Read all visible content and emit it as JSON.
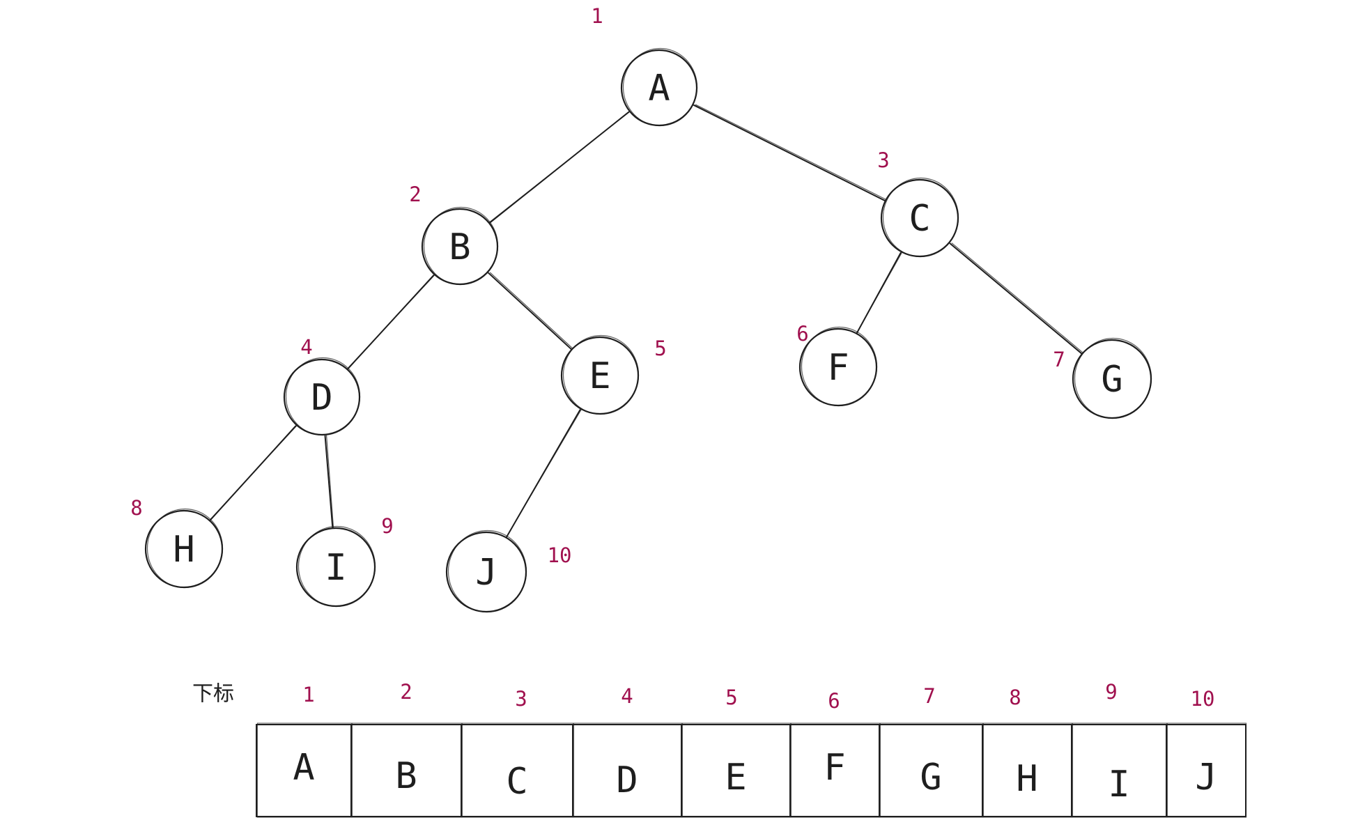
{
  "tree": {
    "nodes": [
      {
        "id": "A",
        "label": "A",
        "index": "1"
      },
      {
        "id": "B",
        "label": "B",
        "index": "2"
      },
      {
        "id": "C",
        "label": "C",
        "index": "3"
      },
      {
        "id": "D",
        "label": "D",
        "index": "4"
      },
      {
        "id": "E",
        "label": "E",
        "index": "5"
      },
      {
        "id": "F",
        "label": "F",
        "index": "6"
      },
      {
        "id": "G",
        "label": "G",
        "index": "7"
      },
      {
        "id": "H",
        "label": "H",
        "index": "8"
      },
      {
        "id": "I",
        "label": "I",
        "index": "9"
      },
      {
        "id": "J",
        "label": "J",
        "index": "10"
      }
    ],
    "edges": [
      [
        "A",
        "B"
      ],
      [
        "A",
        "C"
      ],
      [
        "B",
        "D"
      ],
      [
        "B",
        "E"
      ],
      [
        "C",
        "F"
      ],
      [
        "C",
        "G"
      ],
      [
        "D",
        "H"
      ],
      [
        "D",
        "I"
      ],
      [
        "E",
        "J"
      ]
    ]
  },
  "array": {
    "caption": "下标",
    "indices": [
      "1",
      "2",
      "3",
      "4",
      "5",
      "6",
      "7",
      "8",
      "9",
      "10"
    ],
    "cells": [
      "A",
      "B",
      "C",
      "D",
      "E",
      "F",
      "G",
      "H",
      "I",
      "J"
    ]
  },
  "colors": {
    "ink": "#1e1e1e",
    "index": "#a0104e"
  }
}
